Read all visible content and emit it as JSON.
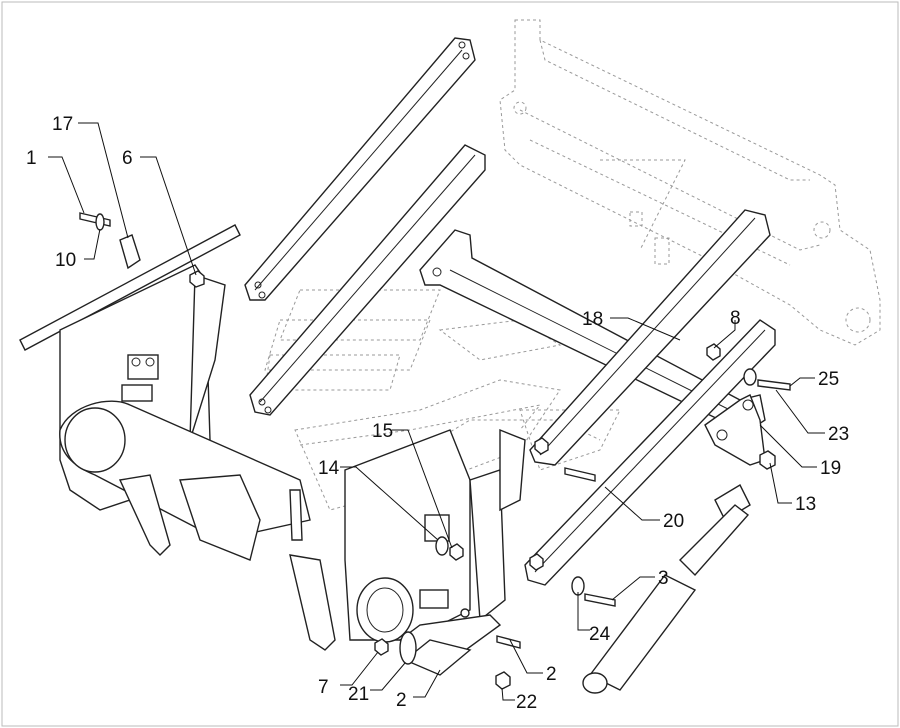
{
  "callouts": [
    {
      "id": "c1",
      "text": "1"
    },
    {
      "id": "c17",
      "text": "17"
    },
    {
      "id": "c10",
      "text": "10"
    },
    {
      "id": "c6",
      "text": "6"
    },
    {
      "id": "c18",
      "text": "18"
    },
    {
      "id": "c8",
      "text": "8"
    },
    {
      "id": "c25",
      "text": "25"
    },
    {
      "id": "c23",
      "text": "23"
    },
    {
      "id": "c19",
      "text": "19"
    },
    {
      "id": "c13",
      "text": "13"
    },
    {
      "id": "c20",
      "text": "20"
    },
    {
      "id": "c15",
      "text": "15"
    },
    {
      "id": "c14",
      "text": "14"
    },
    {
      "id": "c3",
      "text": "3"
    },
    {
      "id": "c24",
      "text": "24"
    },
    {
      "id": "c2a",
      "text": "2"
    },
    {
      "id": "c2b",
      "text": "2"
    },
    {
      "id": "c7",
      "text": "7"
    },
    {
      "id": "c21",
      "text": "21"
    },
    {
      "id": "c22",
      "text": "22"
    }
  ]
}
